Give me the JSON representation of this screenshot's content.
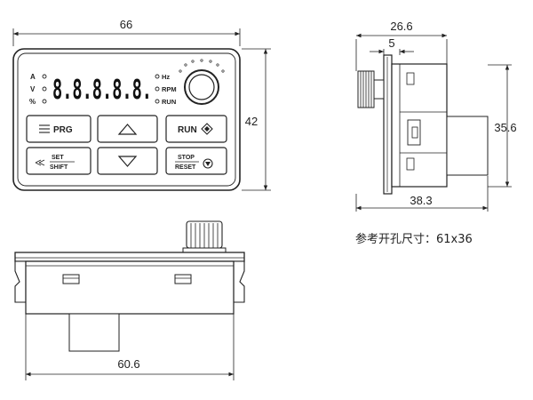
{
  "dimensions": {
    "front_width": "66",
    "front_height": "42",
    "side_depth": "26.6",
    "side_front": "5",
    "side_height": "35.6",
    "side_total": "38.3",
    "bottom_width": "60.6"
  },
  "indicators": {
    "left": [
      "A",
      "V",
      "%"
    ],
    "right": [
      "Hz",
      "RPM",
      "RUN"
    ]
  },
  "display_text": "8.8.8.8.8.",
  "keys": {
    "prg": "PRG",
    "run": "RUN",
    "set": "SET",
    "shift": "SHIFT",
    "stop": "STOP",
    "reset": "RESET"
  },
  "cutout_note": "参考开孔尺寸：61x36"
}
